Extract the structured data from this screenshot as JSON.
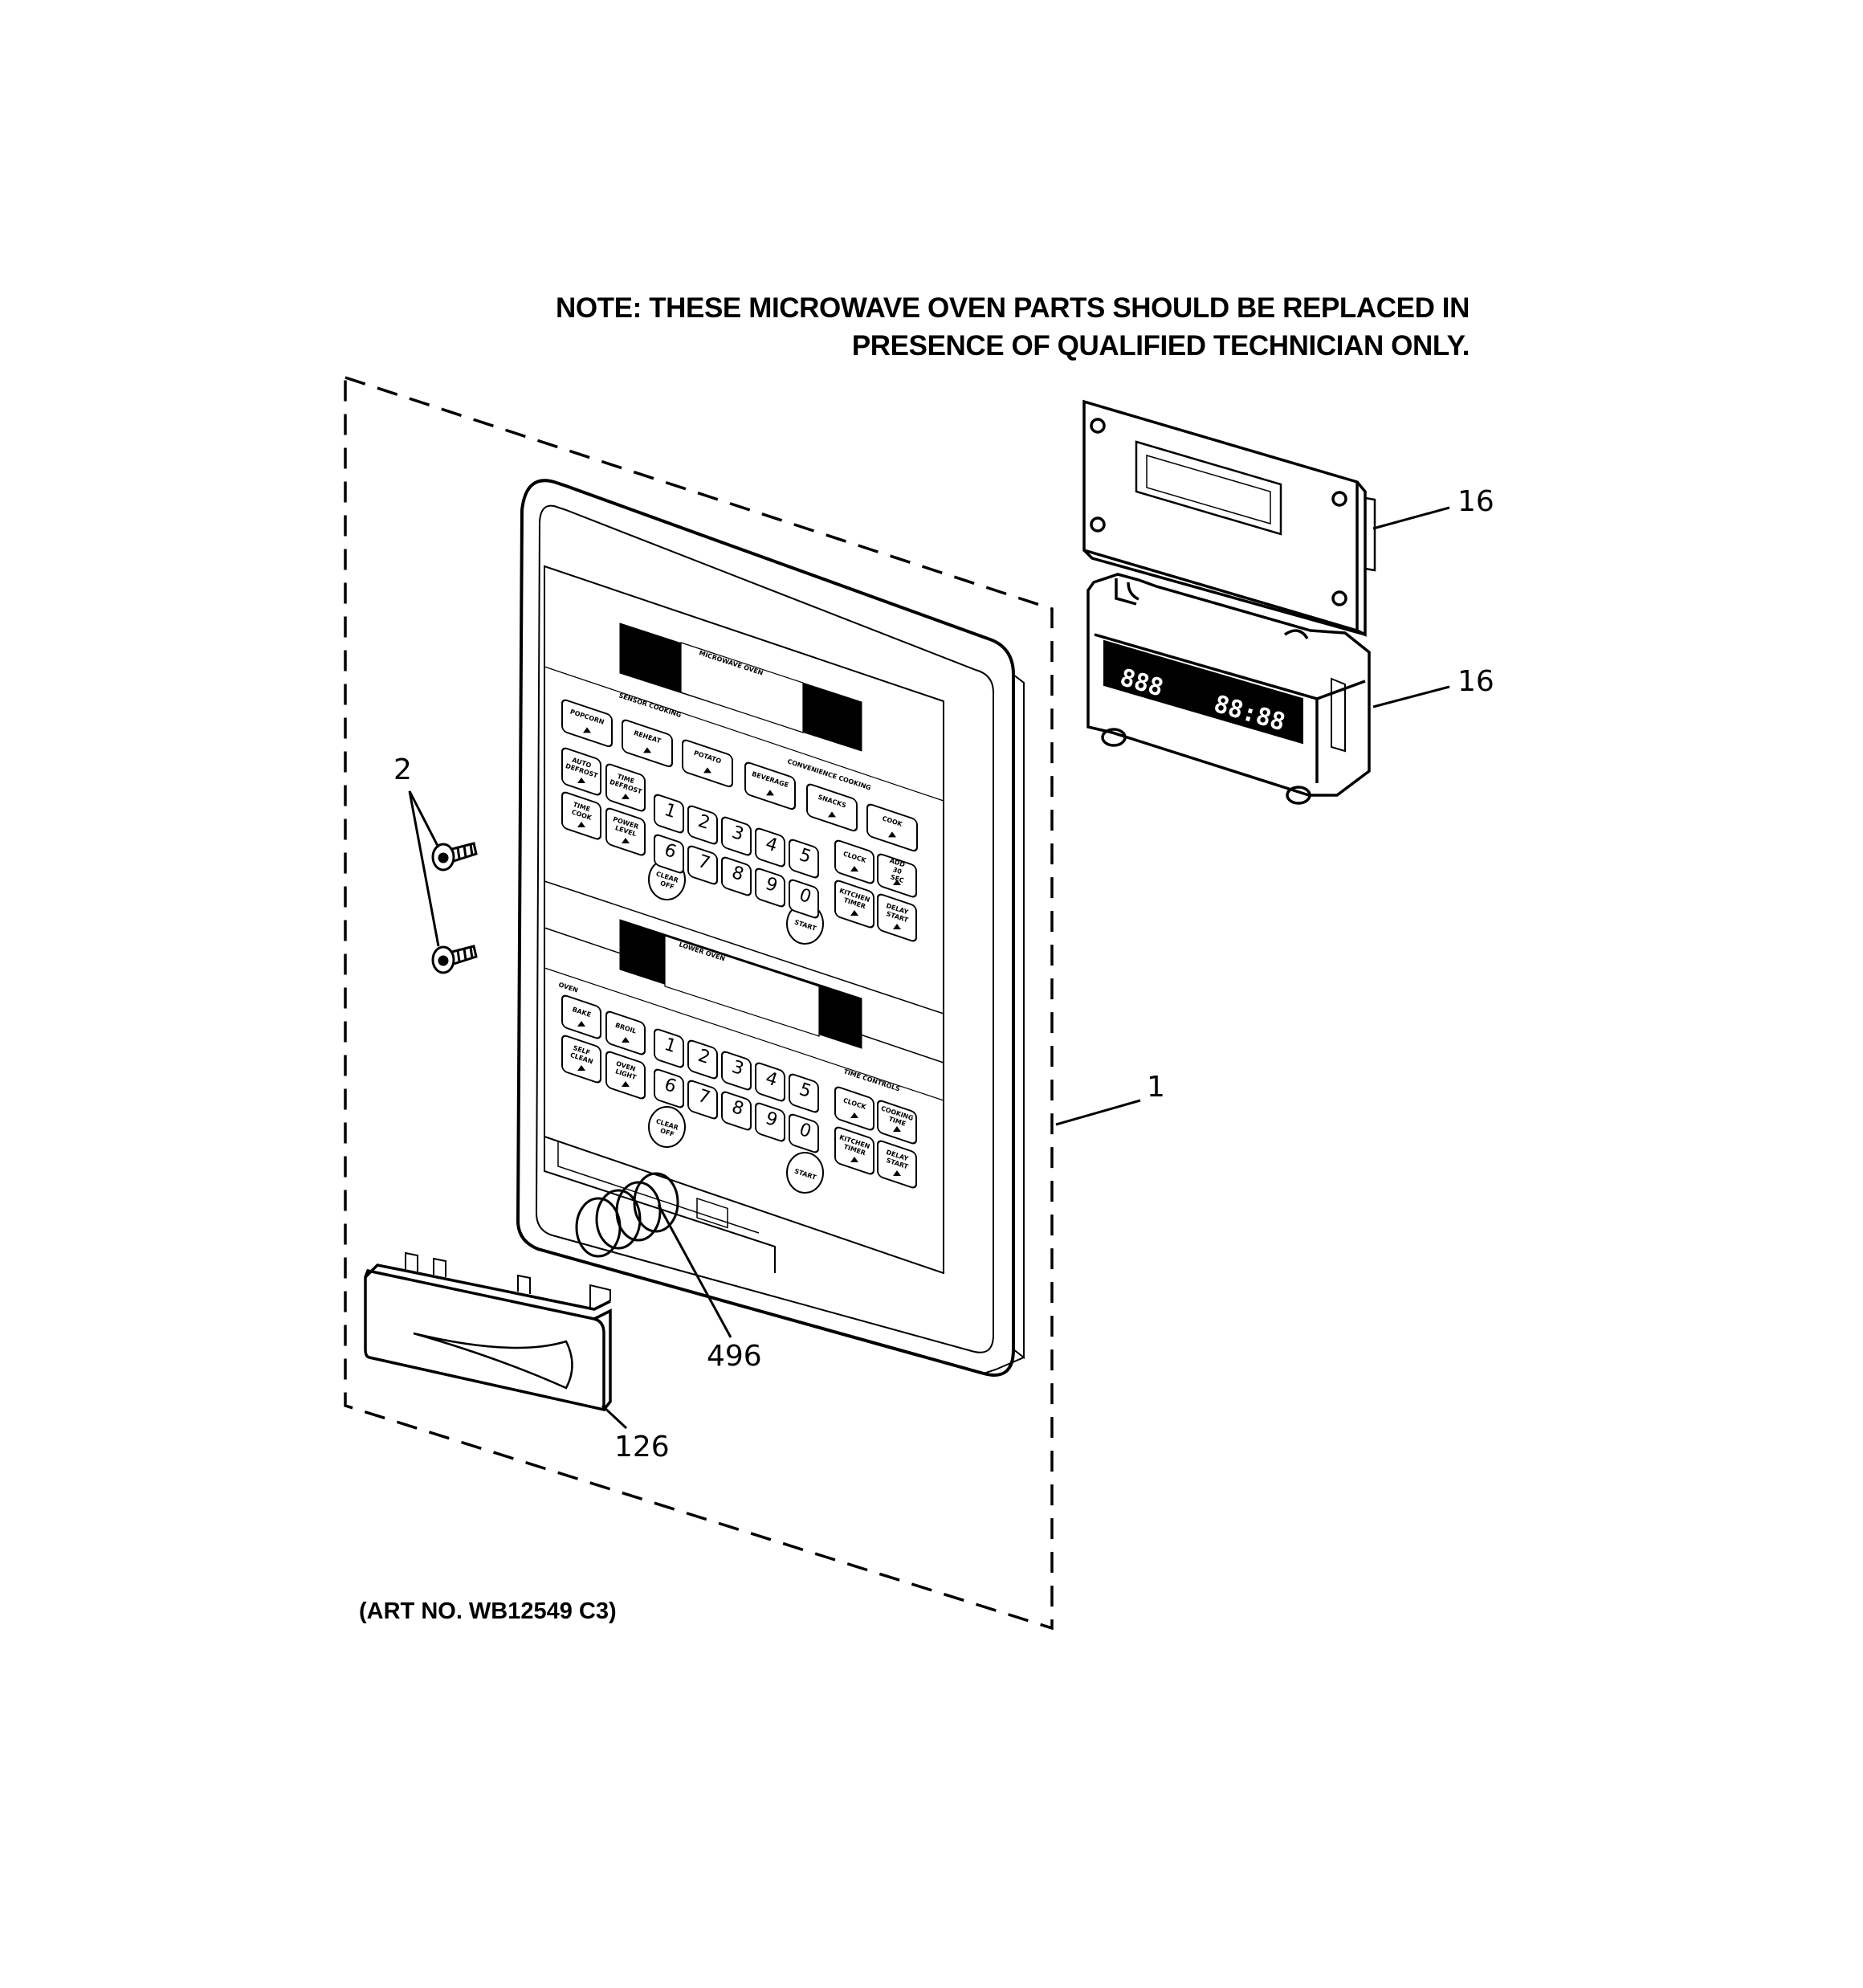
{
  "note": {
    "line1": "NOTE: THESE MICROWAVE OVEN PARTS SHOULD BE REPLACED IN",
    "line2": "PRESENCE OF QUALIFIED TECHNICIAN ONLY."
  },
  "art_number": "(ART NO. WB12549 C3)",
  "callouts": {
    "control_board": "16",
    "display_board": "16",
    "control_panel": "1",
    "screws": "2",
    "knob_assembly": "496",
    "handle": "126"
  },
  "panel": {
    "microwave_section": "MICROWAVE OVEN",
    "sensor_cooking": "SENSOR COOKING",
    "convenience_cooking": "CONVENIENCE COOKING",
    "lower_section": "LOWER OVEN",
    "oven_group": "OVEN",
    "time_controls": "TIME CONTROLS",
    "microwave_keys": [
      "POPCORN",
      "REHEAT",
      "POTATO",
      "BEVERAGE",
      "SNACKS",
      "COOK",
      "AUTO DEFROST",
      "TIME DEFROST",
      "TIME COOK",
      "POWER LEVEL",
      "CLOCK",
      "ADD 30 SEC",
      "KITCHEN TIMER",
      "DELAY START",
      "CLEAR OFF",
      "START"
    ],
    "oven_keys": [
      "BAKE",
      "BROIL",
      "SELF CLEAN",
      "OVEN LIGHT",
      "CLOCK",
      "COOKING TIME",
      "KITCHEN TIMER",
      "DELAY START",
      "CLEAR OFF",
      "START"
    ],
    "digits_top": [
      "1",
      "2",
      "3",
      "4",
      "5"
    ],
    "digits_bottom": [
      "6",
      "7",
      "8",
      "9",
      "0"
    ]
  },
  "display": {
    "left_digits": "888",
    "right_digits": "88:88"
  }
}
